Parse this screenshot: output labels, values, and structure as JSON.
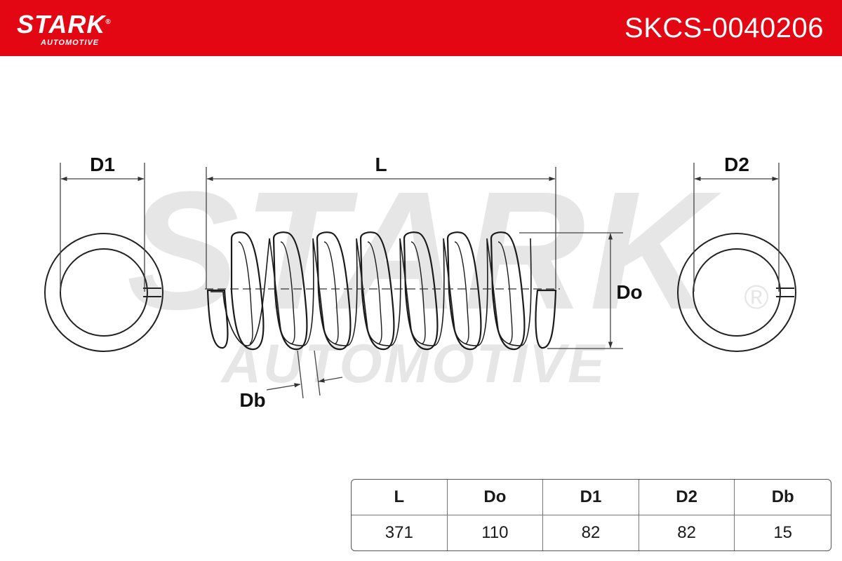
{
  "header": {
    "brand_name": "STARK",
    "brand_reg": "®",
    "brand_sub": "AUTOMOTIVE",
    "part_number": "SKCS-0040206",
    "bg_color": "#e30613"
  },
  "watermark": {
    "line1": "STARK",
    "line2": "AUTOMOTIVE",
    "reg": "®"
  },
  "diagram": {
    "labels": {
      "d1": "D1",
      "length": "L",
      "d2": "D2",
      "outer_diameter": "Do",
      "wire_diameter": "Db"
    }
  },
  "specs": {
    "headers": [
      "L",
      "Do",
      "D1",
      "D2",
      "Db"
    ],
    "values": [
      "371",
      "110",
      "82",
      "82",
      "15"
    ]
  }
}
